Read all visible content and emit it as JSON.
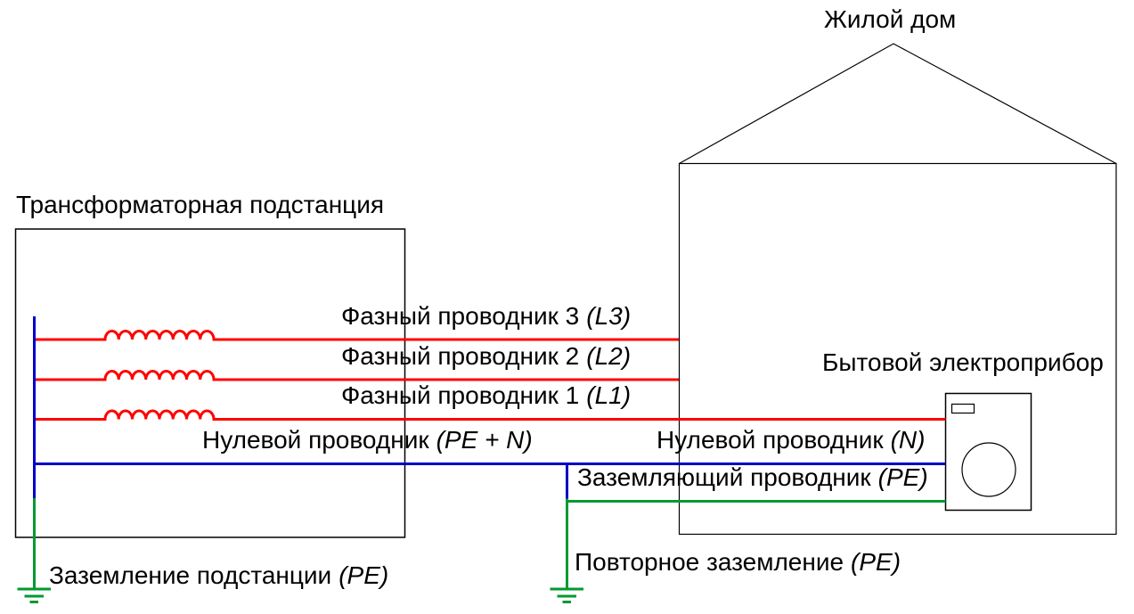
{
  "colors": {
    "background": "#ffffff",
    "text": "#000000",
    "outline": "#000000",
    "phase": "#ff0000",
    "neutral": "#0000c8",
    "earth": "#009a30"
  },
  "labels": {
    "substation": {
      "text": "Трансформаторная подстанция"
    },
    "house": {
      "text": "Жилой дом"
    },
    "appliance": {
      "text": "Бытовой электроприбор"
    },
    "phase3": {
      "text": "Фазный проводник 3",
      "tag": "(L3)"
    },
    "phase2": {
      "text": "Фазный проводник 2",
      "tag": "(L2)"
    },
    "phase1": {
      "text": "Фазный проводник 1",
      "tag": "(L1)"
    },
    "neutral_pen": {
      "text": "Нулевой проводник",
      "tag": "(PE + N)"
    },
    "neutral_n": {
      "text": "Нулевой проводник",
      "tag": "(N)"
    },
    "pe_conductor": {
      "text": "Заземляющий проводник",
      "tag": "(PE)"
    },
    "substation_earth": {
      "text": "Заземление подстанции",
      "tag": "(PE)"
    },
    "repeat_earth": {
      "text": "Повторное заземление",
      "tag": "(PE)"
    }
  }
}
